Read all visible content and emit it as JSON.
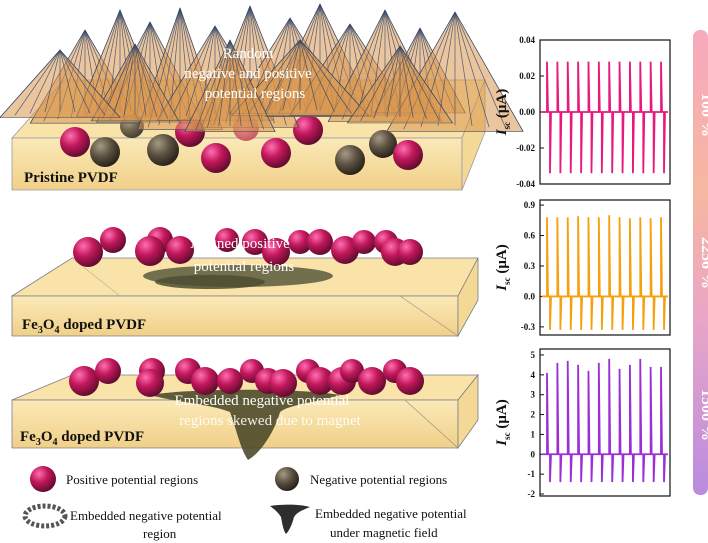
{
  "panels": [
    {
      "title": "Pristine PVDF",
      "caption_lines": [
        "Random",
        "negative and positive",
        "potential regions"
      ]
    },
    {
      "title_prefix": "Fe",
      "title_sub1": "3",
      "title_mid": "O",
      "title_sub2": "4",
      "title_suffix": " doped PVDF",
      "caption_lines": [
        "Aligned positive",
        "potential regions"
      ]
    },
    {
      "title_prefix": "Fe",
      "title_sub1": "3",
      "title_mid": "O",
      "title_sub2": "4",
      "title_suffix": " doped PVDF",
      "caption_lines": [
        "Embedded negative  potential",
        "regions skewed due to magnet"
      ]
    }
  ],
  "legend": {
    "positive": "Positive potential regions",
    "negative": "Negative potential regions",
    "embedded_line1": "Embedded negative potential",
    "embedded_line2": "region",
    "magnetic_line1": "Embedded negative potential",
    "magnetic_line2": "under magnetic field"
  },
  "axis": {
    "ylabel_I": "I",
    "ylabel_sub": "sc",
    "ylabel_unit": "(μA)"
  },
  "colors": {
    "positive_sphere": "#c2185b",
    "negative_sphere": "#5b5040",
    "slab": "#f7dfa0",
    "series1": "#e8197d",
    "series2": "#f5a00f",
    "series3": "#9b2fd6"
  },
  "bar_labels": [
    "100 %",
    "2256 %",
    "1500 %"
  ],
  "chart_data": [
    {
      "type": "line",
      "ylim": [
        -0.04,
        0.04
      ],
      "yticks": [
        "0.04",
        "0.02",
        "0.00",
        "-0.02",
        "-0.04"
      ],
      "ytick_values": [
        0.04,
        0.02,
        0.0,
        -0.02,
        -0.04
      ],
      "peak_positive": 0.028,
      "peak_negative": -0.034,
      "series": [
        {
          "values_positive": [
            0.028,
            0.028,
            0.028,
            0.028,
            0.028,
            0.028,
            0.028,
            0.028,
            0.028,
            0.028,
            0.028,
            0.028
          ],
          "values_negative": [
            -0.034,
            -0.034,
            -0.034,
            -0.034,
            -0.034,
            -0.034,
            -0.034,
            -0.034,
            -0.034,
            -0.034,
            -0.034,
            -0.034
          ]
        }
      ]
    },
    {
      "type": "line",
      "ylim": [
        -0.38,
        0.95
      ],
      "yticks": [
        "0.9",
        "0.6",
        "0.3",
        "0.0",
        "-0.3"
      ],
      "ytick_values": [
        0.9,
        0.6,
        0.3,
        0.0,
        -0.3
      ],
      "series": [
        {
          "values_positive": [
            0.78,
            0.78,
            0.78,
            0.79,
            0.78,
            0.78,
            0.8,
            0.78,
            0.77,
            0.78,
            0.77,
            0.78
          ],
          "values_negative": [
            -0.33,
            -0.33,
            -0.33,
            -0.33,
            -0.33,
            -0.33,
            -0.33,
            -0.33,
            -0.33,
            -0.33,
            -0.33,
            -0.33
          ]
        }
      ]
    },
    {
      "type": "line",
      "ylim": [
        -2.1,
        5.3
      ],
      "yticks": [
        "5",
        "4",
        "3",
        "2",
        "1",
        "0",
        "-1",
        "-2"
      ],
      "ytick_values": [
        5,
        4,
        3,
        2,
        1,
        0,
        -1,
        -2
      ],
      "series": [
        {
          "values_positive": [
            4.1,
            4.6,
            4.7,
            4.5,
            4.2,
            4.6,
            4.8,
            4.3,
            4.5,
            4.8,
            4.4,
            4.4
          ],
          "values_negative": [
            -1.4,
            -1.4,
            -1.4,
            -1.4,
            -1.4,
            -1.4,
            -1.4,
            -1.4,
            -1.4,
            -1.4,
            -1.4,
            -1.4
          ]
        }
      ]
    }
  ]
}
